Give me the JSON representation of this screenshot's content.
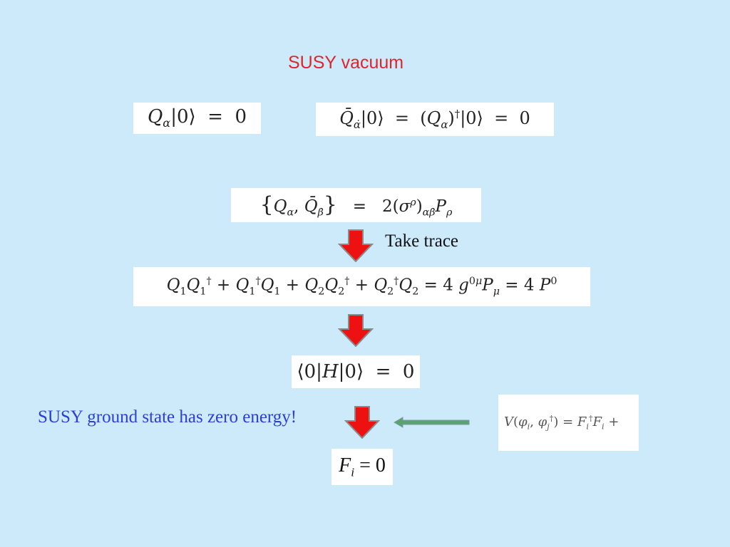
{
  "title": "SUSY vacuum",
  "equations": {
    "eq1": "Q_α|0⟩ = 0",
    "eq2": "Q̄_α̇|0⟩ = (Q_α)†|0⟩ = 0",
    "eq3": "{Q_α, Q̄_β̇} = 2(σ^ρ)_αβ̇ P_ρ",
    "eq4": "Q₁Q₁† + Q₁†Q₁ + Q₂Q₂† + Q₂†Q₂ = 4 g^0μ P_μ = 4 P^0",
    "eq5": "⟨0|H|0⟩ = 0",
    "eq6": "V(φ_i, φ_j†) = F_i† F_i",
    "eq7": "F_i = 0"
  },
  "labels": {
    "take_trace": "Take trace",
    "ground_state": "SUSY ground state has zero energy!"
  },
  "colors": {
    "background": "#cdeafb",
    "title": "#e0242a",
    "ground_state_text": "#2b3ed6",
    "down_arrow_fill": "#ee1111",
    "left_arrow": "#5aa36e"
  },
  "icons": {
    "down_arrow": "down-arrow-icon",
    "left_arrow": "left-arrow-icon"
  }
}
